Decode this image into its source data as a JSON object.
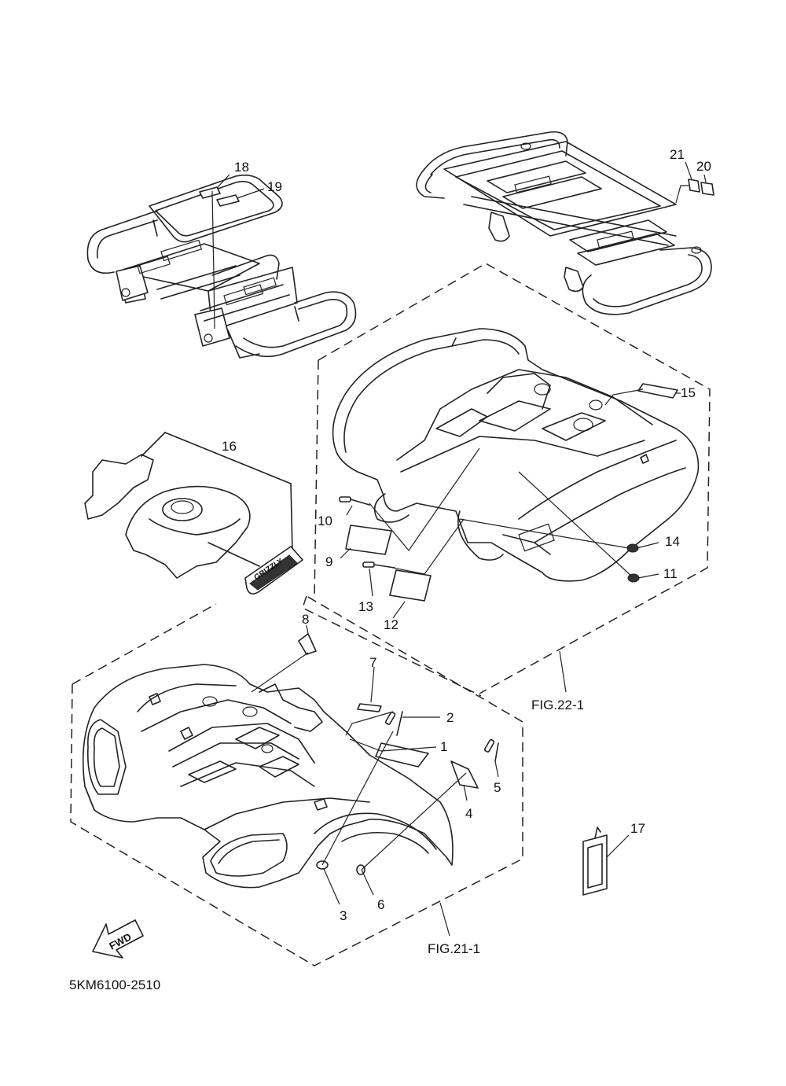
{
  "callouts": {
    "c1": "1",
    "c2": "2",
    "c3": "3",
    "c4": "4",
    "c5": "5",
    "c6": "6",
    "c7": "7",
    "c8": "8",
    "c9": "9",
    "c10": "10",
    "c11": "11",
    "c12": "12",
    "c13": "13",
    "c14": "14",
    "c15": "15",
    "c16": "16",
    "c17": "17",
    "c18": "18",
    "c19": "19",
    "c20": "20",
    "c21": "21"
  },
  "figure_refs": {
    "fig22": "FIG.22-1",
    "fig21": "FIG.21-1"
  },
  "fwd_arrow_text": "FWD",
  "emblem_text": "GRIZZLY",
  "diagram_code": "5KM6100-2510"
}
